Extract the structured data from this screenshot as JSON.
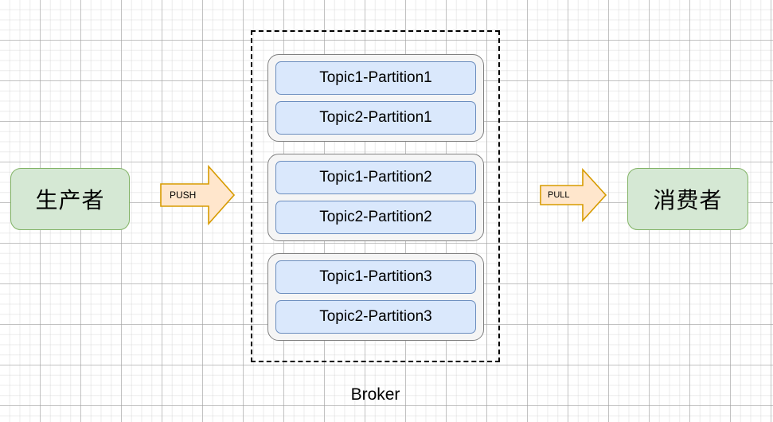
{
  "diagram": {
    "title": "Kafka Broker Topic Partition Diagram",
    "background": "grid"
  },
  "producer": {
    "label": "生产者",
    "fill": "#d5e8d4",
    "stroke": "#82b366"
  },
  "consumer": {
    "label": "消费者",
    "fill": "#d5e8d4",
    "stroke": "#82b366"
  },
  "arrows": [
    {
      "name": "push-arrow",
      "label": "PUSH",
      "direction": "right",
      "fill": "#ffe6cc",
      "stroke": "#d79b00"
    },
    {
      "name": "pull-arrow",
      "label": "PULL",
      "direction": "right",
      "fill": "#ffe6cc",
      "stroke": "#d79b00"
    }
  ],
  "broker": {
    "label": "Broker",
    "border_style": "dashed",
    "border_color": "#000000",
    "groups": [
      {
        "name": "partition-group-1",
        "fill": "#f5f5f5",
        "stroke": "#808080",
        "partitions": [
          {
            "label": "Topic1-Partition1",
            "fill": "#dae8fc",
            "stroke": "#6c8ebf"
          },
          {
            "label": "Topic2-Partition1",
            "fill": "#dae8fc",
            "stroke": "#6c8ebf"
          }
        ]
      },
      {
        "name": "partition-group-2",
        "fill": "#f5f5f5",
        "stroke": "#808080",
        "partitions": [
          {
            "label": "Topic1-Partition2",
            "fill": "#dae8fc",
            "stroke": "#6c8ebf"
          },
          {
            "label": "Topic2-Partition2",
            "fill": "#dae8fc",
            "stroke": "#6c8ebf"
          }
        ]
      },
      {
        "name": "partition-group-3",
        "fill": "#f5f5f5",
        "stroke": "#808080",
        "partitions": [
          {
            "label": "Topic1-Partition3",
            "fill": "#dae8fc",
            "stroke": "#6c8ebf"
          },
          {
            "label": "Topic2-Partition3",
            "fill": "#dae8fc",
            "stroke": "#6c8ebf"
          }
        ]
      }
    ]
  }
}
